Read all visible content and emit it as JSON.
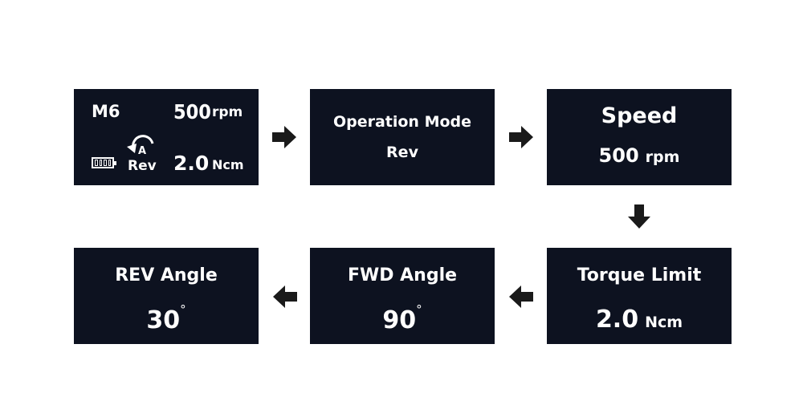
{
  "status_screen": {
    "model": "M6",
    "speed_value": "500",
    "speed_unit": "rpm",
    "mode_icon_letter": "A",
    "mode": "Rev",
    "torque_value": "2.0",
    "torque_unit": "Ncm",
    "icons": [
      "battery-icon",
      "reverse-rotation-icon"
    ]
  },
  "operation_mode_screen": {
    "title": "Operation Mode",
    "value": "Rev"
  },
  "speed_screen": {
    "title": "Speed",
    "value": "500",
    "unit": "rpm"
  },
  "torque_limit_screen": {
    "title": "Torque Limit",
    "value": "2.0",
    "unit": "Ncm"
  },
  "fwd_angle_screen": {
    "title": "FWD Angle",
    "value": "90",
    "unit": "°"
  },
  "rev_angle_screen": {
    "title": "REV Angle",
    "value": "30",
    "unit": "°"
  },
  "flow_arrows": [
    "right",
    "right",
    "down",
    "left",
    "left"
  ],
  "colors": {
    "screen_background": "#0d1220",
    "screen_text": "#ffffff",
    "arrow": "#1a1a1a",
    "page_background": "#ffffff"
  }
}
